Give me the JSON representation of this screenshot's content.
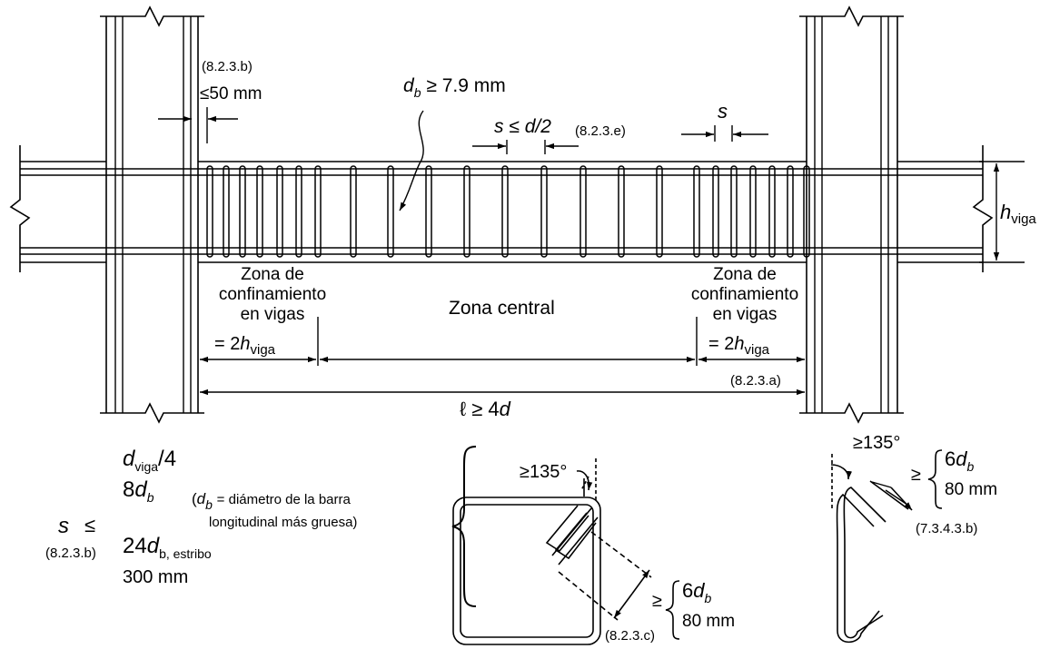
{
  "labels": {
    "ref_8_2_3_b_top": "(8.2.3.b)",
    "max_50mm": "≤50 mm",
    "db_min": "≥ 7.9 mm",
    "s_half": "≤",
    "s_half_rhs": "d/2",
    "ref_8_2_3_e": "(8.2.3.e)",
    "s_top": "s",
    "h_viga_sub": "viga",
    "left_zone": [
      "Zona de",
      "confinamiento",
      "en vigas"
    ],
    "right_zone": [
      "Zona de",
      "confinamiento",
      "en vigas"
    ],
    "eq_2h": "= 2",
    "central_zone": "Zona central",
    "ref_8_2_3_a": "(8.2.3.a)",
    "span_rule": "ℓ ≥ 4",
    "span_rule_d": "d",
    "ref_8_2_3_b_bottom": "(8.2.3.b)",
    "s_le": "≤",
    "spacing_rules": {
      "line1_sub": "viga",
      "line1_tail": "/4",
      "line2_prefix": "8",
      "line3_prefix": "24",
      "line3_sub": "b, estribo",
      "line4": "300 mm"
    },
    "db_def_open": "(",
    "db_def_text": "= diámetro de la barra",
    "db_def_line2": "longitudinal más gruesa)",
    "hook_angle_1": "≥135°",
    "hook_angle_2": "≥135°",
    "ext_ge": "≥",
    "ext_6": "6",
    "ext_80": "80 mm",
    "ref_8_2_3_c": "(8.2.3.c)",
    "ref_7_3_4_3_b": "(7.3.4.3.b)"
  }
}
